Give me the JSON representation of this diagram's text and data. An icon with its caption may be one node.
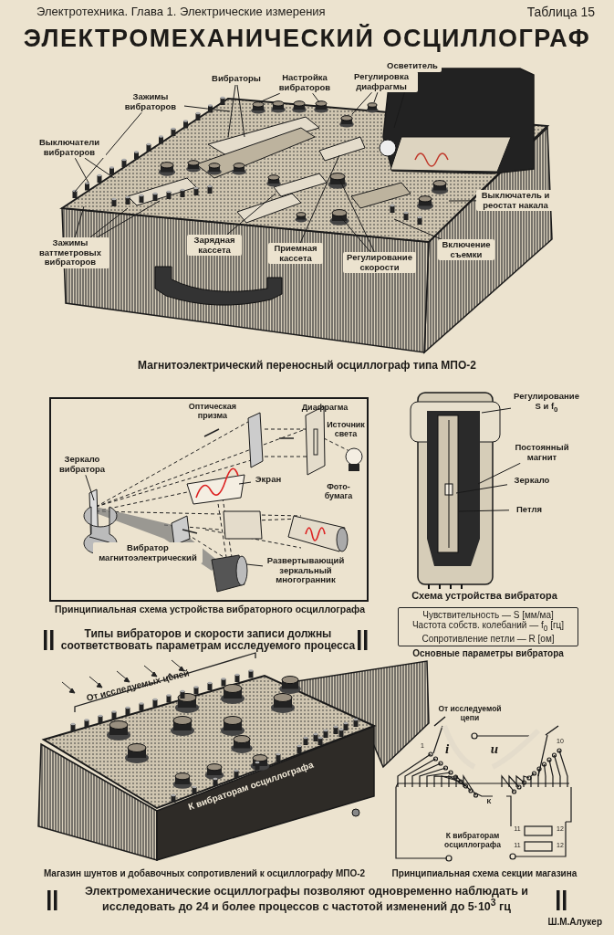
{
  "diagram": {
    "title": "ЭЛЕКТРОМЕХАНИЧЕСКИЙ ОСЦИЛЛОГРАФ",
    "nodes": [
      {
        "text": [
          "Зажимы вибраторов"
        ]
      },
      {
        "text": [
          "Вибраторы"
        ]
      },
      {
        "text": [
          "Настройка вибраторов"
        ]
      },
      {
        "text": [
          "Регулировка диафрагмы"
        ]
      },
      {
        "text": [
          "Осветитель"
        ]
      },
      {
        "text": [
          "Выключатели вибраторов"
        ]
      },
      {
        "text": [
          "Выключатель и реостат накала"
        ]
      },
      {
        "text": [
          "Зажимы ваттметровых вибраторов"
        ]
      },
      {
        "text": [
          "Зарядная кассета"
        ]
      },
      {
        "text": [
          "Приемная кассета"
        ]
      },
      {
        "text": [
          "Регулирование скорости"
        ]
      },
      {
        "text": [
          "Включение съемки"
        ]
      },
      {
        "text": [
          "Зеркало вибратора"
        ]
      },
      {
        "text": [
          "Экран"
        ]
      },
      {
        "text": [
          "Вибратор магнитоэлектрический"
        ]
      },
      {
        "text": [
          "Развертывающий зеркальный многогранник"
        ]
      },
      {
        "text": [
          "Регулирование S и f$_{0}$"
        ]
      },
      {
        "text": [
          "Постоянный магнит"
        ]
      },
      {
        "text": [
          "Зеркало"
        ]
      },
      {
        "text": [
          "Петля"
        ]
      },
      {
        "text": [
          "Чувствительность — S [мм/ма]",
          "Частота собств. колебаний — f$_{0}$ [гц]",
          "Сопротивление петли — R [ом]"
        ],
        "beside": [
          "Основные параметры вибратора"
        ]
      }
    ],
    "edges": [
      {
        "from": 0,
        "to": null,
        "arrow": "none"
      },
      {
        "from": 0,
        "to": null,
        "arrow": "none"
      },
      {
        "from": 1,
        "to": null,
        "arrow": "none"
      },
      {
        "from": 1,
        "to": null,
        "arrow": "none"
      },
      {
        "from": 2,
        "to": null,
        "arrow": "none"
      },
      {
        "from": 2,
        "to": null,
        "arrow": "none"
      },
      {
        "from": 3,
        "to": null,
        "arrow": "none"
      },
      {
        "from": 3,
        "to": null,
        "arrow": "none"
      },
      {
        "from": 4,
        "to": null,
        "arrow": "none"
      },
      {
        "from": 5,
        "to": null,
        "arrow": "none"
      },
      {
        "from": 5,
        "to": null,
        "arrow": "none"
      },
      {
        "from": 6,
        "to": null,
        "arrow": "none"
      },
      {
        "from": 7,
        "to": null,
        "arrow": "none"
      },
      {
        "from": 7,
        "to": null,
        "arrow": "none"
      },
      {
        "from": 7,
        "to": null,
        "arrow": "none"
      },
      {
        "from": 8,
        "to": null,
        "arrow": "none"
      },
      {
        "from": 9,
        "to": null,
        "arrow": "none"
      },
      {
        "from": 10,
        "to": null,
        "arrow": "none"
      },
      {
        "from": 10,
        "to": null,
        "arrow": "none"
      },
      {
        "from": 11,
        "to": null,
        "arrow": "none"
      },
      {
        "from": 12,
        "to": null,
        "arrow": "none"
      },
      {
        "from": 13,
        "to": null,
        "arrow": "none"
      },
      {
        "from": 14,
        "to": null,
        "arrow": "none"
      },
      {
        "from": 15,
        "to": null,
        "arrow": "none"
      },
      {
        "from": 16,
        "to": null,
        "arrow": "none"
      },
      {
        "from": 17,
        "to": null,
        "arrow": "none"
      },
      {
        "from": 18,
        "to": null,
        "arrow": "none"
      },
      {
        "from": 19,
        "to": null,
        "arrow": "none"
      }
    ],
    "labels": [
      "Электротехника.  Глава 1. Электрические измерения",
      "Таблица 15",
      "Магнитоэлектрический переносный осциллограф типа МПО-2",
      "Оптическая призма",
      "Диафрагма",
      "Источник света",
      "Фото-бумага",
      "Принципиальная схема устройства вибраторного осциллографа",
      "Схема устройства вибратора",
      "Типы вибраторов и скорости записи должны соответствовать параметрам исследуемого процесса",
      "От исследуемых цепей",
      "От исследуемой цепи",
      "i",
      "u",
      "1",
      "10",
      "К вибраторам осциллографа",
      "К вибраторам осциллографа",
      "К",
      "11",
      "12",
      "11",
      "12",
      "Магазин шунтов и добавочных сопротивлений к осциллографу МПО-2",
      "Принципиальная схема секции магазина",
      "Электромеханические осциллографы позволяют одновременно наблюдать и исследовать до 24 и более процессов с частотой изменений до 5·10$^{3}$ гц",
      "Ш.М.Алукер"
    ]
  }
}
